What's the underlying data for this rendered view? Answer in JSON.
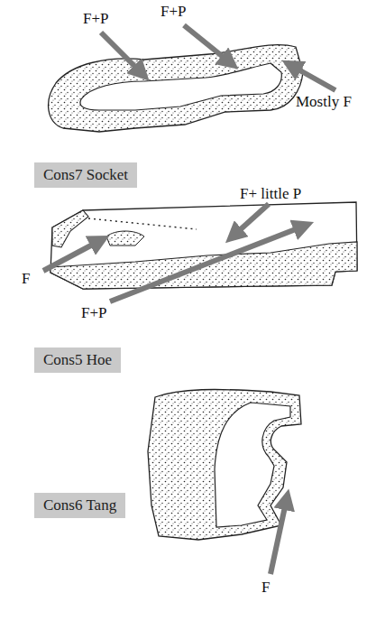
{
  "diagram": {
    "nodes": [
      {
        "text": [
          "Cons7 Socket"
        ]
      },
      {
        "text": [
          "Cons5 Hoe"
        ]
      },
      {
        "text": [
          "Cons6 Tang"
        ]
      }
    ],
    "labels": [
      "F+P",
      "F+P",
      "Mostly F",
      "F+ little P",
      "F",
      "F+P",
      "F"
    ]
  }
}
